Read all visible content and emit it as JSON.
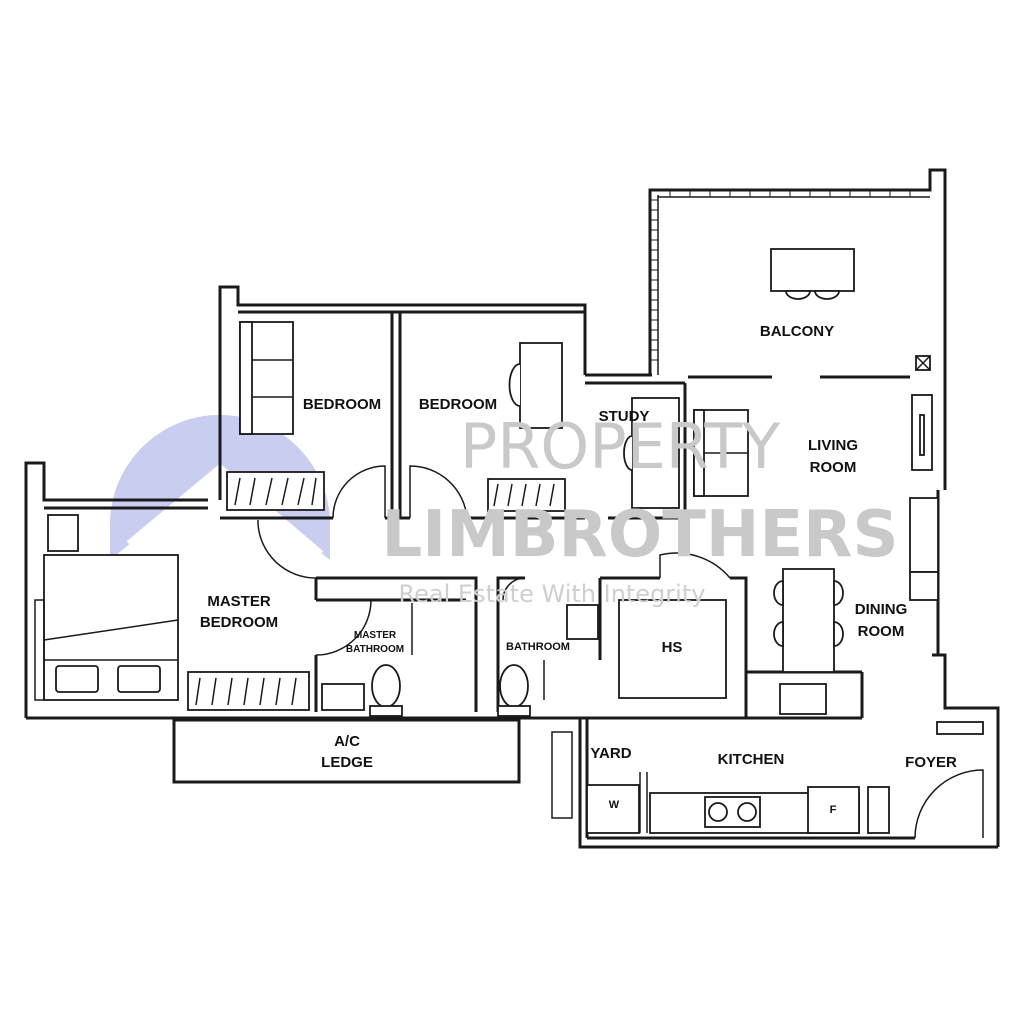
{
  "watermark": {
    "line1": "PROPERTY",
    "line2": "LIMBROTHERS",
    "tagline": "Real Estate With Integrity",
    "logo_color": "#c9cdf0"
  },
  "rooms": {
    "balcony": "BALCONY",
    "bedroom_1": "BEDROOM",
    "bedroom_2": "BEDROOM",
    "study": "STUDY",
    "living_room_l1": "LIVING",
    "living_room_l2": "ROOM",
    "master_bedroom_l1": "MASTER",
    "master_bedroom_l2": "BEDROOM",
    "master_bathroom_l1": "MASTER",
    "master_bathroom_l2": "BATHROOM",
    "bathroom": "BATHROOM",
    "hs": "HS",
    "dining_room_l1": "DINING",
    "dining_room_l2": "ROOM",
    "ac_ledge_l1": "A/C",
    "ac_ledge_l2": "LEDGE",
    "yard": "YARD",
    "kitchen": "KITCHEN",
    "foyer": "FOYER"
  },
  "appliances": {
    "washer": "W",
    "fridge": "F"
  },
  "colors": {
    "wall": "#1a1a1a",
    "watermark_text": "#c9c9c9",
    "logo": "#c9cdf0"
  }
}
